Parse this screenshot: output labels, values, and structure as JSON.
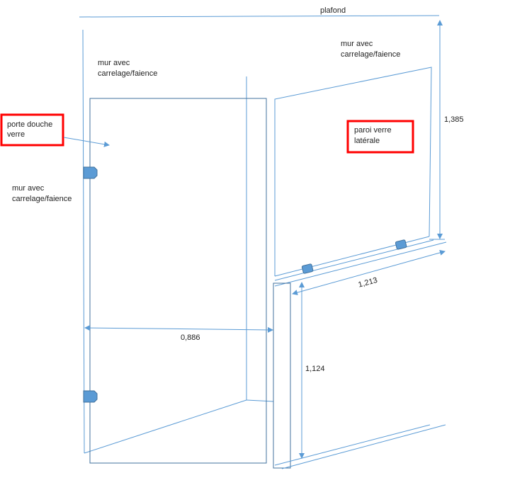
{
  "labels": {
    "ceiling": "plafond",
    "wall_top_line1": "mur avec",
    "wall_top_line2": "carrelage/faience",
    "wall_left_line1": "mur avec",
    "wall_left_line2": "carrelage/faience",
    "wall_right_line1": "mur avec",
    "wall_right_line2": "carrelage/faience",
    "door_line1": "porte douche",
    "door_line2": "verre",
    "side_panel_line1": "paroi verre",
    "side_panel_line2": "latérale"
  },
  "dimensions": {
    "panel_height": "1,385",
    "panel_length": "1,213",
    "door_width": "0,886",
    "post_height": "1,124"
  },
  "colors": {
    "line": "#5b9bd5",
    "frame": "#41719c",
    "callout": "#ff0000"
  }
}
